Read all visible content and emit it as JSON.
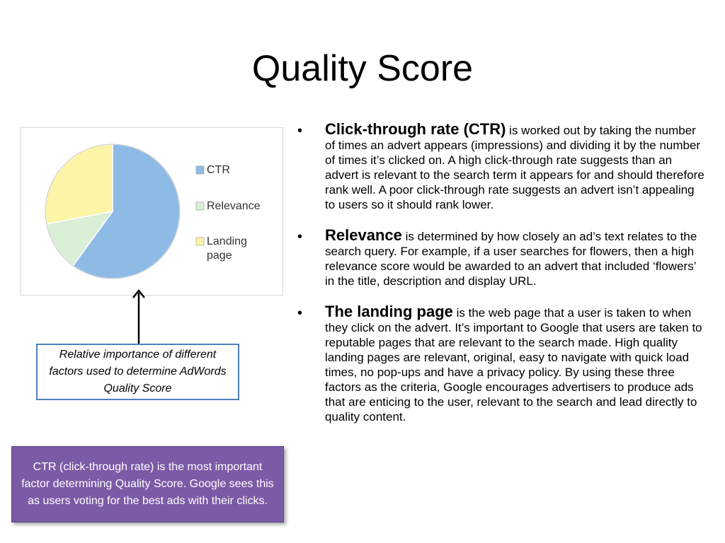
{
  "slide": {
    "title": "Quality Score"
  },
  "chart_data": {
    "type": "pie",
    "slices": [
      {
        "label": "CTR",
        "value": 60,
        "color": "#8dbbe6"
      },
      {
        "label": "Relevance",
        "value": 12,
        "color": "#d9efd6"
      },
      {
        "label": "Landing page",
        "value": 28,
        "color": "#fcf4a6"
      }
    ],
    "legend": {
      "placement": "right",
      "items": [
        "CTR",
        "Relevance",
        "Landing",
        "page"
      ]
    }
  },
  "caption": {
    "text": "Relative importance of different factors used to determine AdWords Quality Score"
  },
  "note": {
    "text": "CTR (click-through rate) is the most important factor determining Quality Score. Google sees this as users voting for the best ads with their clicks.",
    "background": "#7b5aa6"
  },
  "bullets": [
    {
      "term": "Click-through rate (CTR)",
      "text": " is worked out by taking the number of times an advert appears (impressions) and dividing it by the number of times it’s clicked on. A high click-through rate suggests than an advert is relevant to the search term it appears for and should therefore rank well. A poor click-through rate suggests an advert isn’t appealing to users so it should rank lower."
    },
    {
      "term": "Relevance",
      "text": " is determined by how closely an ad’s text relates to the search query. For example, if a user searches for flowers, then a high relevance score would be awarded to an advert that included ‘flowers’ in the title, description and display URL."
    },
    {
      "term": "The landing page",
      "text": " is the web page that a user is taken to when they click on the advert. It’s important to Google that users are taken to reputable pages that are relevant to the search made. High quality landing pages are relevant, original, easy to navigate with quick load times, no pop-ups and have a privacy policy. By using these three factors as the criteria, Google encourages  advertisers to produce ads that are enticing to the user, relevant to the search and lead directly to quality content."
    }
  ],
  "bullet_glyph": "•"
}
